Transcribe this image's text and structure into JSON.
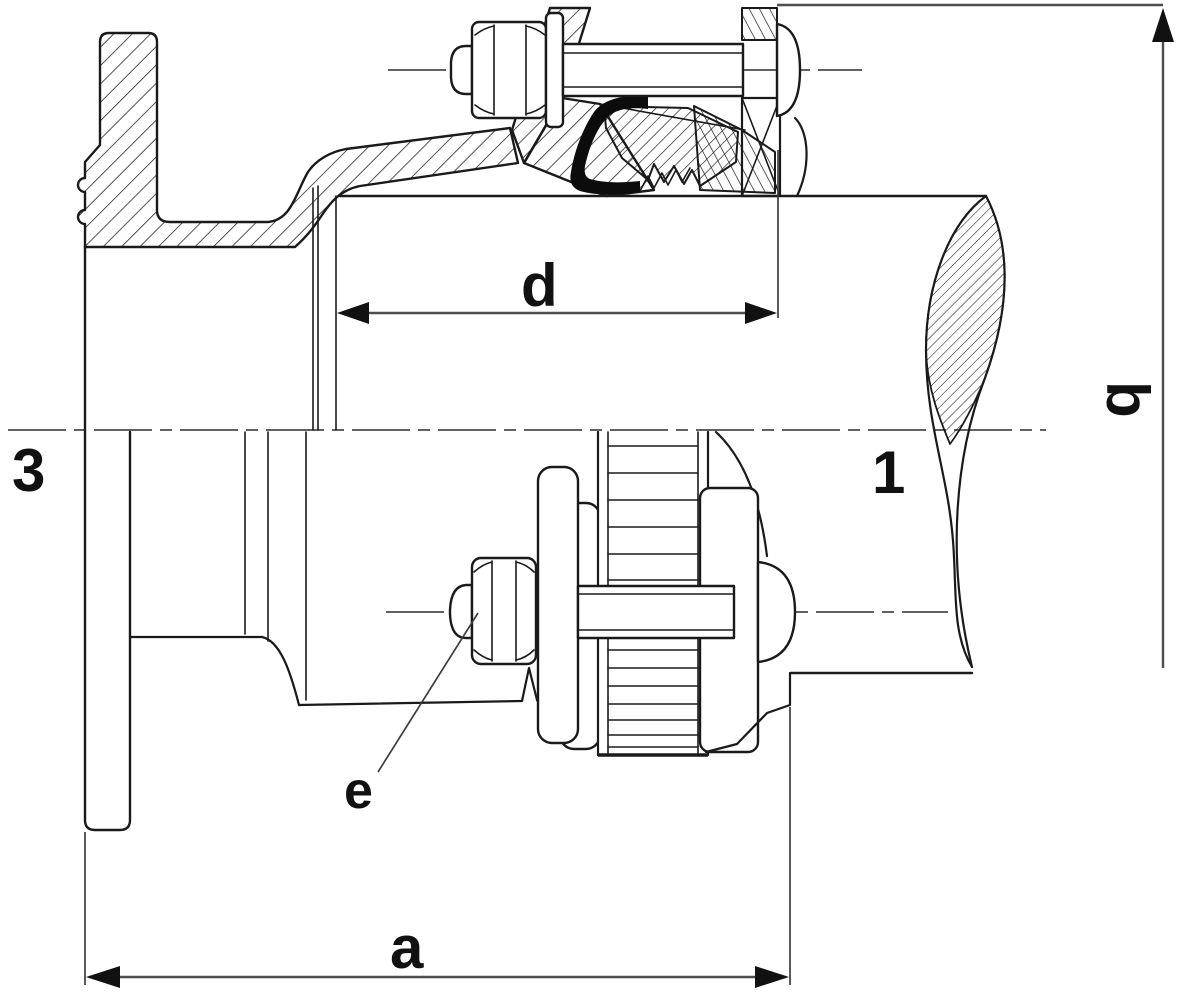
{
  "drawing": {
    "type": "technical-section-drawing",
    "subject": "flange-adapter-coupling-with-pipe",
    "part_labels": {
      "flange_adapter": "3",
      "pipe": "1"
    },
    "dimensions": {
      "insertion_depth": "d",
      "pipe_outer_diameter": "b",
      "overall_length": "a",
      "bolt_callout": "e"
    },
    "colors": {
      "line": "#1a1a1a",
      "dim_line": "#4d4d4d",
      "background": "#ffffff",
      "seal": "#0c0c0c"
    }
  }
}
